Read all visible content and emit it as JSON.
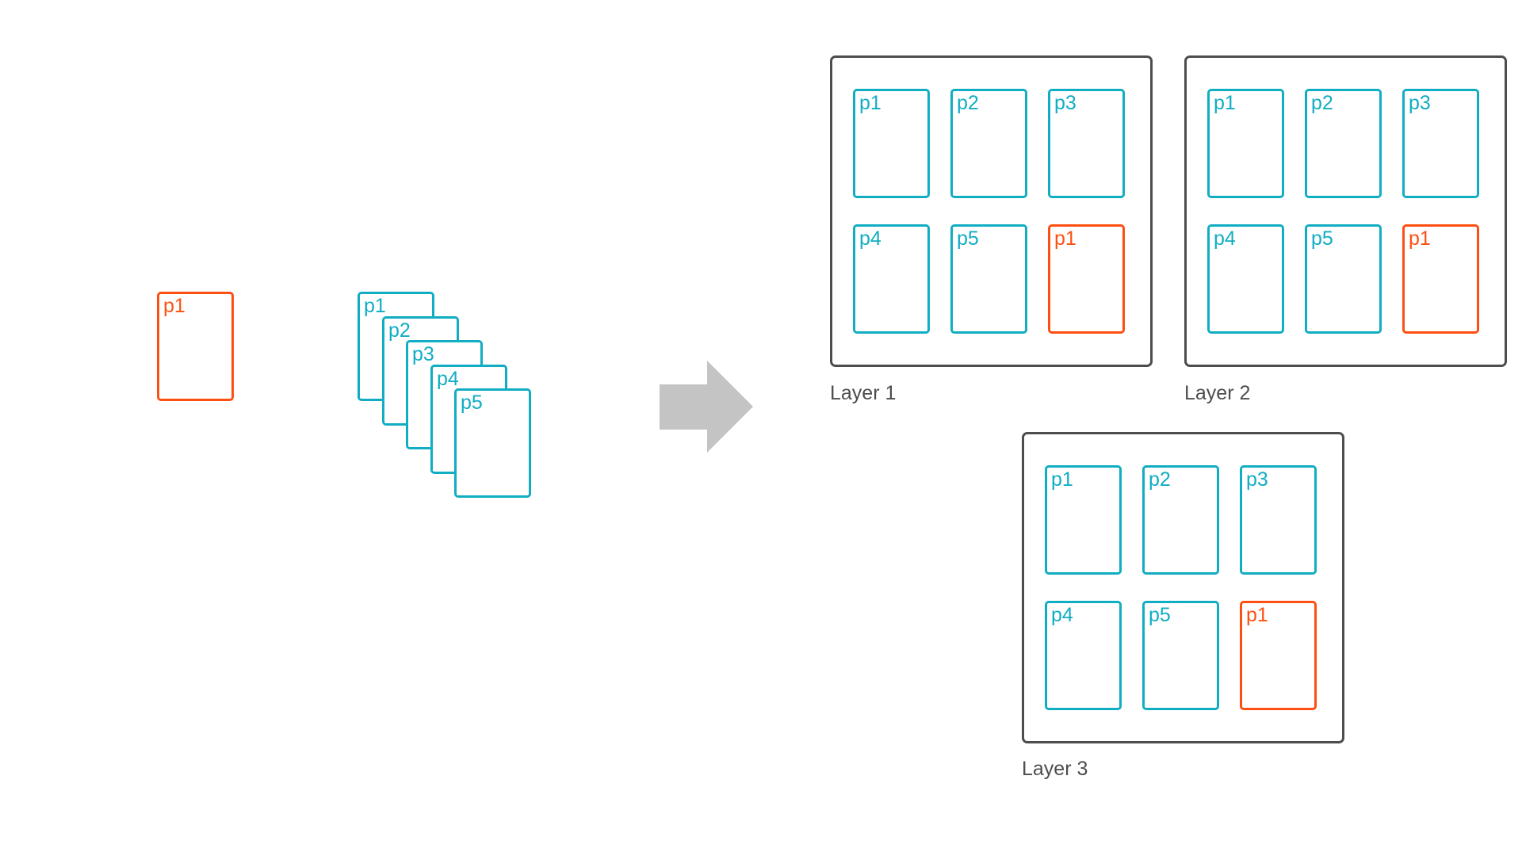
{
  "source_card": {
    "label": "p1",
    "color": "#fd4f12"
  },
  "stack": [
    {
      "label": "p1"
    },
    {
      "label": "p2"
    },
    {
      "label": "p3"
    },
    {
      "label": "p4"
    },
    {
      "label": "p5"
    }
  ],
  "arrow": {
    "color": "#c4c4c4",
    "direction": "right"
  },
  "layers": [
    {
      "caption": "Layer 1",
      "cards": [
        {
          "label": "p1",
          "highlight": false
        },
        {
          "label": "p2",
          "highlight": false
        },
        {
          "label": "p3",
          "highlight": false
        },
        {
          "label": "p4",
          "highlight": false
        },
        {
          "label": "p5",
          "highlight": false
        },
        {
          "label": "p1",
          "highlight": true
        }
      ]
    },
    {
      "caption": "Layer 2",
      "cards": [
        {
          "label": "p1",
          "highlight": false
        },
        {
          "label": "p2",
          "highlight": false
        },
        {
          "label": "p3",
          "highlight": false
        },
        {
          "label": "p4",
          "highlight": false
        },
        {
          "label": "p5",
          "highlight": false
        },
        {
          "label": "p1",
          "highlight": true
        }
      ]
    },
    {
      "caption": "Layer 3",
      "cards": [
        {
          "label": "p1",
          "highlight": false
        },
        {
          "label": "p2",
          "highlight": false
        },
        {
          "label": "p3",
          "highlight": false
        },
        {
          "label": "p4",
          "highlight": false
        },
        {
          "label": "p5",
          "highlight": false
        },
        {
          "label": "p1",
          "highlight": true
        }
      ]
    }
  ],
  "colors": {
    "teal": "#11adc3",
    "orange": "#fd4f12",
    "frame": "#4d4d4d",
    "arrow": "#c4c4c4"
  }
}
